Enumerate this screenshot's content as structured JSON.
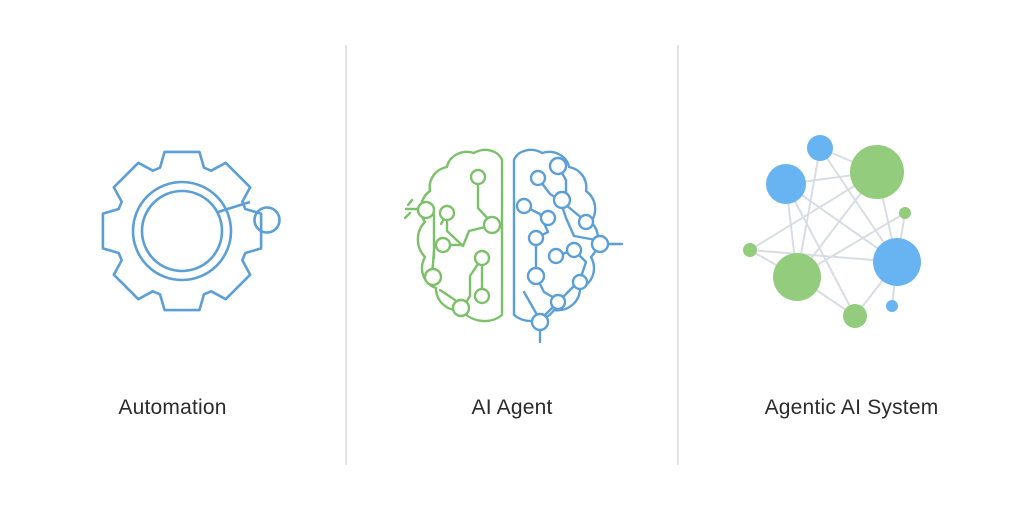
{
  "panels": [
    {
      "label": "Automation",
      "icon": "gear-automation-icon"
    },
    {
      "label": "AI Agent",
      "icon": "brain-circuit-icon"
    },
    {
      "label": "Agentic AI System",
      "icon": "node-network-icon"
    }
  ],
  "colors": {
    "blue": "#5b9fd6",
    "green": "#7cc16a",
    "divider": "#e3e3e3",
    "node_blue": "#68b3f2",
    "node_green": "#93cc7d",
    "edge": "#d9dde3",
    "text": "#2b2b2b"
  }
}
